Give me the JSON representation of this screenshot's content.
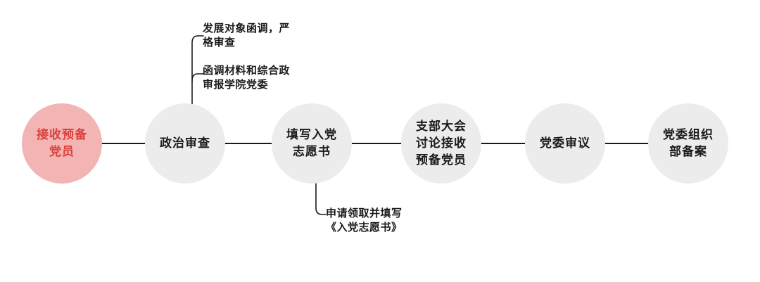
{
  "diagram": {
    "type": "flowchart",
    "direction": "left-to-right",
    "nodes": [
      {
        "id": "start",
        "label": "接收预备\n党员",
        "role": "start-highlighted"
      },
      {
        "id": "step-1",
        "label": "政治审查",
        "role": "step"
      },
      {
        "id": "step-2",
        "label": "填写入党\n志愿书",
        "role": "step"
      },
      {
        "id": "step-3",
        "label": "支部大会\n讨论接收\n预备党员",
        "role": "step"
      },
      {
        "id": "step-4",
        "label": "党委审议",
        "role": "step"
      },
      {
        "id": "step-5",
        "label": "党委组织\n部备案",
        "role": "step"
      }
    ],
    "annotations": [
      {
        "id": "ann-1",
        "attached_to": "政治审查",
        "position": "above",
        "label": "发展对象函调，严\n格审查"
      },
      {
        "id": "ann-2",
        "attached_to": "政治审查",
        "position": "above",
        "label": "函调材料和综合政\n审报学院党委"
      },
      {
        "id": "ann-3",
        "attached_to": "填写入党志愿书",
        "position": "below",
        "label": "申请领取并填写\n《入党志愿书》"
      }
    ],
    "colors": {
      "node_fill": "#ececec",
      "start_node_fill": "#f3b4b4",
      "start_node_text": "#d9403a",
      "node_text": "#1b1b1b",
      "connector_line": "#1a1a1a",
      "background": "#ffffff"
    }
  }
}
